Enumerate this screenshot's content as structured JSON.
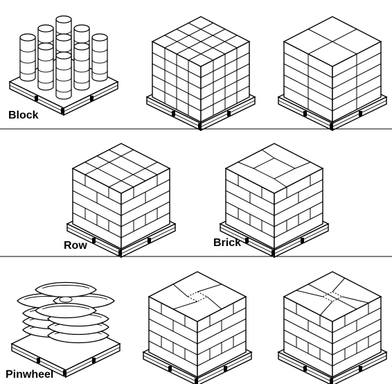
{
  "labels": {
    "block": "Block",
    "row": "Row",
    "brick": "Brick",
    "pinwheel": "Pinwheel"
  },
  "colors": {
    "ink": "#000000",
    "paper": "#ffffff"
  },
  "sections": [
    {
      "label_key": "block",
      "pattern_count": 3
    },
    {
      "label_key": "row_brick",
      "pattern_count": 2
    },
    {
      "label_key": "pinwheel",
      "pattern_count": 3
    }
  ]
}
